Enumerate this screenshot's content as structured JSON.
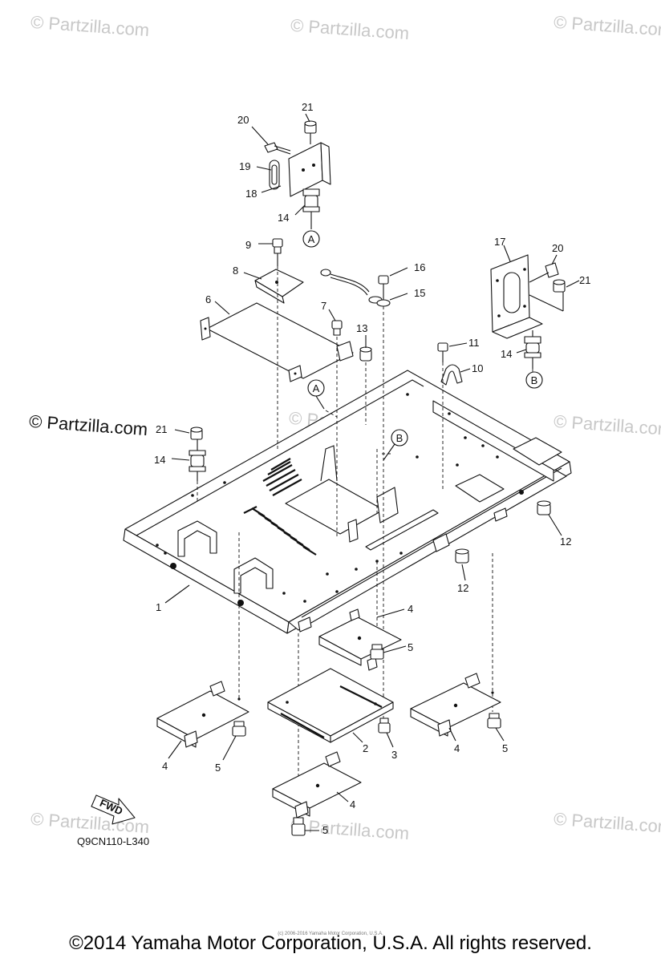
{
  "diagram": {
    "callouts": [
      {
        "id": "c21a",
        "text": "21"
      },
      {
        "id": "c20a",
        "text": "20"
      },
      {
        "id": "c19",
        "text": "19"
      },
      {
        "id": "c18",
        "text": "18"
      },
      {
        "id": "c14a",
        "text": "14"
      },
      {
        "id": "c9",
        "text": "9"
      },
      {
        "id": "c8",
        "text": "8"
      },
      {
        "id": "c6",
        "text": "6"
      },
      {
        "id": "c16",
        "text": "16"
      },
      {
        "id": "c15",
        "text": "15"
      },
      {
        "id": "c7",
        "text": "7"
      },
      {
        "id": "c13",
        "text": "13"
      },
      {
        "id": "c17",
        "text": "17"
      },
      {
        "id": "c20b",
        "text": "20"
      },
      {
        "id": "c21b",
        "text": "21"
      },
      {
        "id": "c11",
        "text": "11"
      },
      {
        "id": "c10",
        "text": "10"
      },
      {
        "id": "c14b",
        "text": "14"
      },
      {
        "id": "c21c",
        "text": "21"
      },
      {
        "id": "c14c",
        "text": "14"
      },
      {
        "id": "c12a",
        "text": "12"
      },
      {
        "id": "c12b",
        "text": "12"
      },
      {
        "id": "c1",
        "text": "1"
      },
      {
        "id": "c4a",
        "text": "4"
      },
      {
        "id": "c5a",
        "text": "5"
      },
      {
        "id": "c4b",
        "text": "4"
      },
      {
        "id": "c5b",
        "text": "5"
      },
      {
        "id": "c2",
        "text": "2"
      },
      {
        "id": "c3",
        "text": "3"
      },
      {
        "id": "c4c",
        "text": "4"
      },
      {
        "id": "c5c",
        "text": "5"
      },
      {
        "id": "c4d",
        "text": "4"
      },
      {
        "id": "c5d",
        "text": "5"
      }
    ],
    "refs": [
      {
        "id": "ra1",
        "text": "A"
      },
      {
        "id": "ra2",
        "text": "A"
      },
      {
        "id": "rb1",
        "text": "B"
      },
      {
        "id": "rb2",
        "text": "B"
      }
    ],
    "fwd_label": "FWD",
    "drawing_code": "Q9CN110-L340"
  },
  "watermark": {
    "text": "© Partzilla.com",
    "dark_text": "© Partzilla.com"
  },
  "footer": {
    "copyright": "©2014 Yamaha Motor Corporation, U.S.A. All rights reserved.",
    "small_print": "(c) 2006-2016 Yamaha Motor Corporation, U.S.A."
  }
}
